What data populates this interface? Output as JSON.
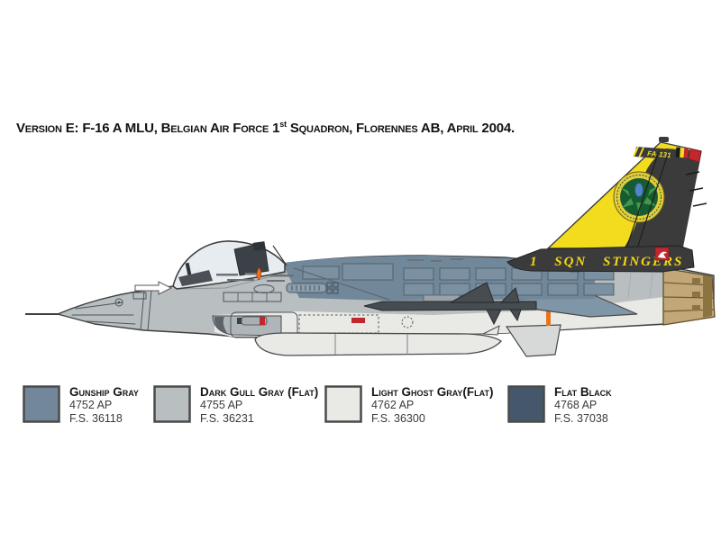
{
  "title": {
    "prefix": "Version E: F-16 A MLU,  Belgian Air Force 1",
    "sup": "st",
    "suffix": " Squadron, Florennes AB, April 2004."
  },
  "aircraft": {
    "tail_code": "FA-131",
    "tail_band_text": "1 SQN STINGERS",
    "badge": "1-squadron-thistle-badge",
    "flag": "belgian-flag"
  },
  "legend": {
    "items": [
      {
        "name": "Gunship Gray",
        "code": "4752 AP",
        "fs": "F.S. 36118",
        "color": "#72889a"
      },
      {
        "name": "Dark Gull Gray (Flat)",
        "code": "4755 AP",
        "fs": "F.S. 36231",
        "color": "#b9bfc1"
      },
      {
        "name": "Light Ghost Gray(Flat)",
        "code": "4762 AP",
        "fs": "F.S. 36300",
        "color": "#e9e9e6"
      },
      {
        "name": "Flat Black",
        "code": "4768 AP",
        "fs": "F.S. 37038",
        "color": "#45586b"
      }
    ]
  },
  "colors": {
    "gunship_gray": "#71879a",
    "dark_gull_gray": "#b9bfc1",
    "light_ghost_gray": "#e9e9e6",
    "flat_black": "#45586b",
    "tail_yellow": "#f2dc1d",
    "tail_dark": "#3b3b3b",
    "nozzle_tan": "#c2a878",
    "nozzle_tan_dark": "#8c7342",
    "stabilizer_gray": "#7e96a7",
    "marking_red": "#c1272d",
    "marking_orange": "#e8731f",
    "badge_green": "#175c31",
    "badge_ring": "#e5cc3a",
    "canopy_tint": "#e6ecef"
  }
}
